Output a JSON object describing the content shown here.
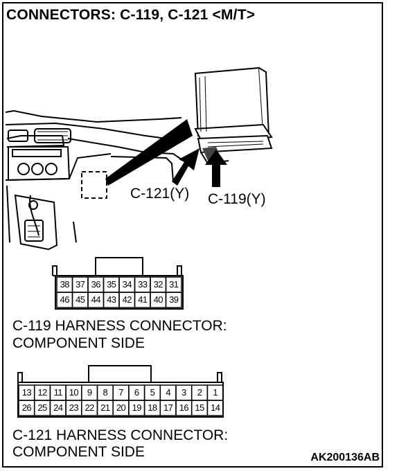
{
  "title": "CONNECTORS: C-119, C-121 <M/T>",
  "labels": {
    "c121": "C-121(Y)",
    "c119": "C-119(Y)"
  },
  "connector_c119": {
    "caption_line1": "C-119 HARNESS CONNECTOR:",
    "caption_line2": "COMPONENT SIDE",
    "row1": [
      "38",
      "37",
      "36",
      "35",
      "34",
      "33",
      "32",
      "31"
    ],
    "row2": [
      "46",
      "45",
      "44",
      "43",
      "42",
      "41",
      "40",
      "39"
    ]
  },
  "connector_c121": {
    "caption_line1": "C-121 HARNESS CONNECTOR:",
    "caption_line2": "COMPONENT SIDE",
    "row1": [
      "13",
      "12",
      "11",
      "10",
      "9",
      "8",
      "7",
      "6",
      "5",
      "4",
      "3",
      "2",
      "1"
    ],
    "row2": [
      "26",
      "25",
      "24",
      "23",
      "22",
      "21",
      "20",
      "19",
      "18",
      "17",
      "16",
      "15",
      "14"
    ]
  },
  "figure_code": "AK200136AB"
}
